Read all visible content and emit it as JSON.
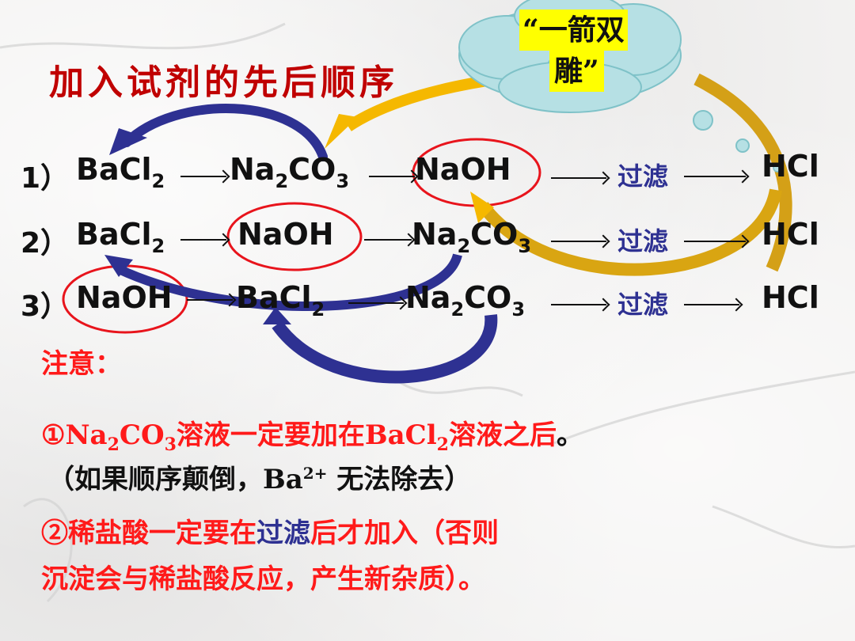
{
  "slide": {
    "title": "加入试剂的先后顺序",
    "callout": {
      "line1": "“一箭双",
      "line2": "雕”"
    },
    "sequences": [
      {
        "label": "1）",
        "steps": [
          {
            "base": "BaCl",
            "sub": "2"
          },
          {
            "base": "Na",
            "sub": "2",
            "tail": "CO",
            "sub2": "3"
          },
          {
            "base": "NaOH"
          }
        ],
        "filter": "过滤",
        "acid": "HCl"
      },
      {
        "label": "2）",
        "steps": [
          {
            "base": "BaCl",
            "sub": "2"
          },
          {
            "base": "NaOH"
          },
          {
            "base": "Na",
            "sub": "2",
            "tail": "CO",
            "sub2": "3"
          }
        ],
        "filter": "过滤",
        "acid": "HCl"
      },
      {
        "label": "3）",
        "steps": [
          {
            "base": "NaOH"
          },
          {
            "base": "BaCl",
            "sub": "2"
          },
          {
            "base": "Na",
            "sub": "2",
            "tail": "CO",
            "sub2": "3"
          }
        ],
        "filter": "过滤",
        "acid": "HCl"
      }
    ],
    "notes": {
      "heading": "注意：",
      "note1": {
        "prefix": "①Na",
        "sub1": "2",
        "mid1": "CO",
        "sub2": "3",
        "mid2": "溶液一定要加在BaCl",
        "sub3": "2",
        "mid3": "溶液之后",
        "end": "。",
        "paren_a": "（如果顺序颠倒，Ba",
        "sup": "2+",
        "paren_b": " 无法除去）"
      },
      "note2": {
        "part1": "②稀盐酸一定要在",
        "highlight": "过滤",
        "part2": "后才加入（否则",
        "line2": "沉淀会与稀盐酸反应，产生新杂质）。"
      }
    },
    "colors": {
      "title": "#c00000",
      "note_red": "#ff1a1a",
      "filter_blue": "#2e3192",
      "blue_arrow": "#2e3192",
      "gold_arrow": "#d4a017",
      "yellow_arrow": "#f5b800",
      "cloud": "#b6e0e4",
      "callout_bg": "#ffff00",
      "ellipse": "#e8141c"
    }
  }
}
